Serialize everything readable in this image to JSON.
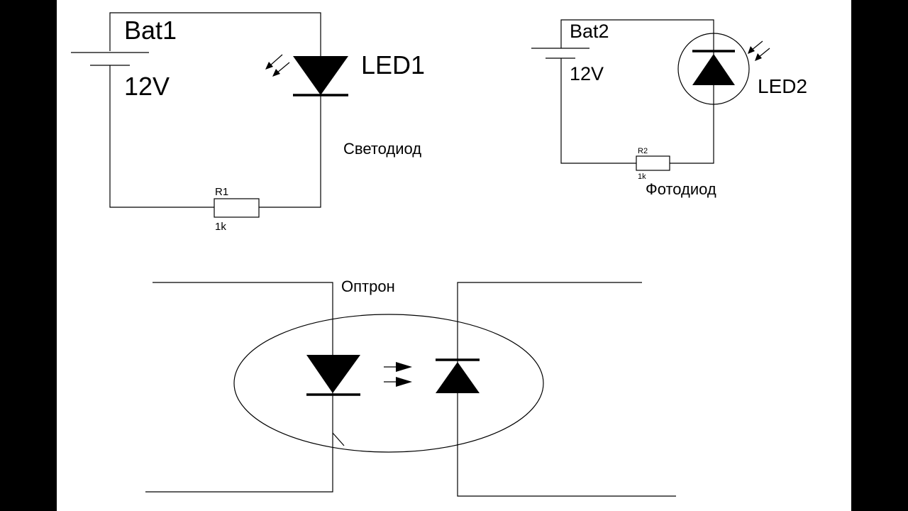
{
  "circuit_led": {
    "battery_ref": "Bat1",
    "battery_value": "12V",
    "led_ref": "LED1",
    "resistor_ref": "R1",
    "resistor_value": "1k",
    "caption": "Светодиод"
  },
  "circuit_photodiode": {
    "battery_ref": "Bat2",
    "battery_value": "12V",
    "led_ref": "LED2",
    "resistor_ref": "R2",
    "resistor_value": "1k",
    "caption": "Фотодиод"
  },
  "optocoupler": {
    "caption": "Оптрон"
  }
}
